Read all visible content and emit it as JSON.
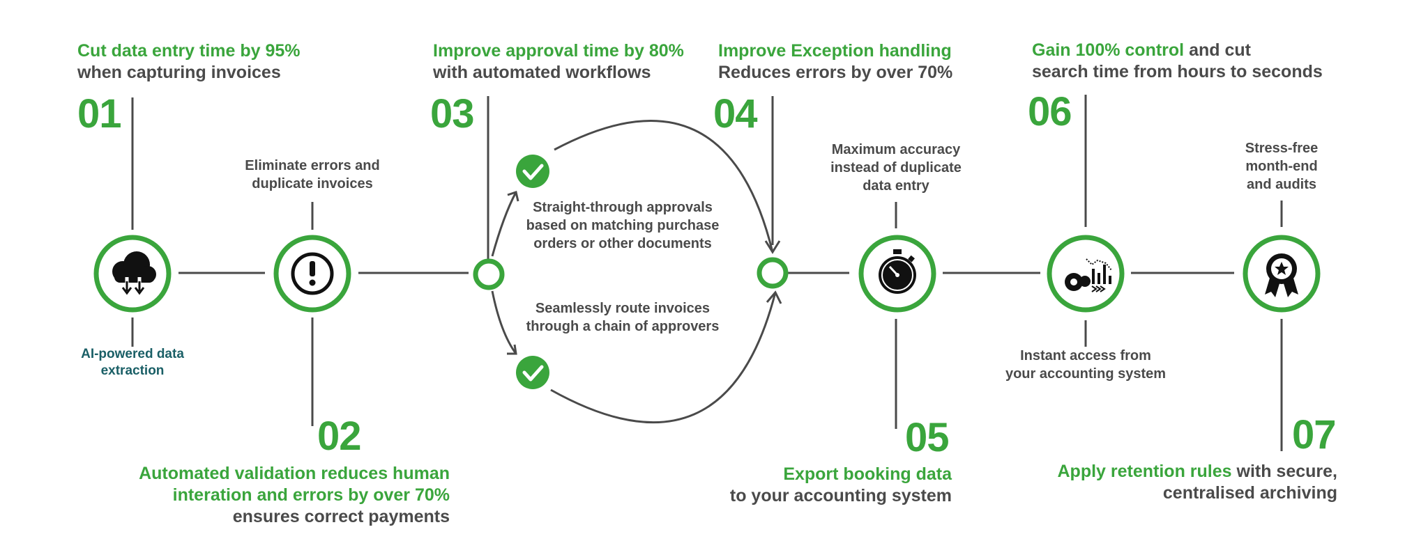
{
  "steps": [
    {
      "num": "01",
      "green": "Cut data entry time by 95%",
      "dark": "when capturing invoices"
    },
    {
      "num": "02",
      "green_l1": "Automated validation reduces human",
      "green_l2": "interation and errors by over 70%",
      "dark": "ensures correct payments"
    },
    {
      "num": "03",
      "green": "Improve approval time by 80%",
      "dark": "with automated workflows"
    },
    {
      "num": "04",
      "green": "Improve Exception handling",
      "dark": "Reduces errors by over 70%"
    },
    {
      "num": "05",
      "green": "Export booking data",
      "dark": "to your accounting system"
    },
    {
      "num": "06",
      "green": "Gain 100% control",
      "dark_l1": "and cut",
      "dark_l2": "search time from hours to seconds"
    },
    {
      "num": "07",
      "green": "Apply retention rules",
      "dark_l1": "with secure,",
      "dark_l2": "centralised archiving"
    }
  ],
  "notes": {
    "ai_l1": "AI-powered data",
    "ai_l2": "extraction",
    "elim_l1": "Eliminate errors and",
    "elim_l2": "duplicate invoices",
    "stp_l1": "Straight-through approvals",
    "stp_l2": "based on matching purchase",
    "stp_l3": "orders or other documents",
    "route_l1": "Seamlessly route invoices",
    "route_l2": "through a chain of approvers",
    "acc_l1": "Maximum accuracy",
    "acc_l2": "instead of duplicate",
    "acc_l3": "data entry",
    "inst_l1": "Instant access from",
    "inst_l2": "your accounting system",
    "stress_l1": "Stress-free",
    "stress_l2": "month-end",
    "stress_l3": "and audits"
  },
  "icons": [
    "cloud-download-icon",
    "exclamation-icon",
    "checkmark-icon",
    "checkmark-icon",
    "stopwatch-icon",
    "chart-gears-icon",
    "award-ribbon-icon"
  ],
  "colors": {
    "accent": "#3aa53c",
    "text": "#4a4a4a",
    "teal": "#1a5f66"
  }
}
